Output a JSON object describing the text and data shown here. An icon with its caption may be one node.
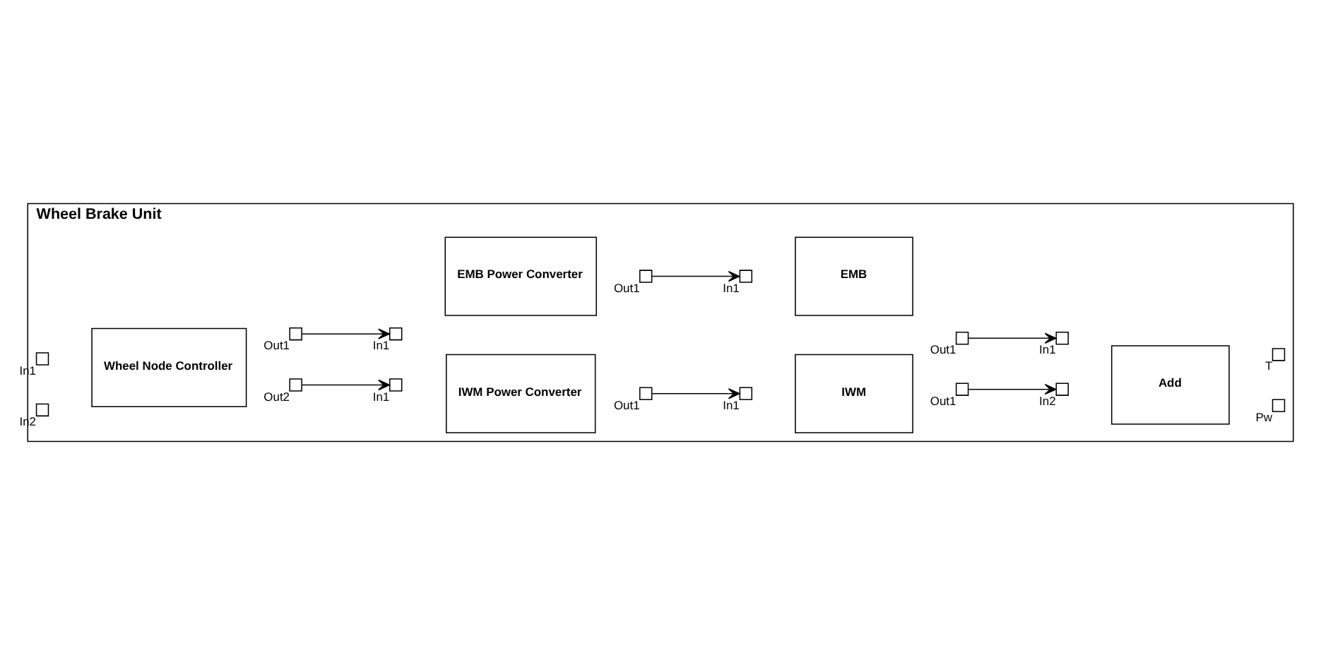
{
  "diagram": {
    "nodes": [
      {
        "text": [
          "Wheel Brake Unit"
        ]
      },
      {
        "text": [
          "Wheel Node Controller"
        ],
        "in": 0
      },
      {
        "text": [],
        "shape": "box",
        "beside": [
          "In1"
        ],
        "in": 0
      },
      {
        "text": [],
        "shape": "box",
        "beside": [
          "In2"
        ],
        "in": 0
      },
      {
        "text": [],
        "shape": "box",
        "beside": [
          "Out1"
        ],
        "in": 0
      },
      {
        "text": [],
        "shape": "box",
        "beside": [
          "Out2"
        ],
        "in": 0
      },
      {
        "text": [
          "EMB Power Converter"
        ],
        "in": 0
      },
      {
        "text": [],
        "shape": "box",
        "beside": [
          "In1"
        ],
        "in": 0
      },
      {
        "text": [],
        "shape": "box",
        "beside": [
          "Out1"
        ],
        "in": 0
      },
      {
        "text": [
          "EMB"
        ],
        "in": 0
      },
      {
        "text": [],
        "shape": "box",
        "beside": [
          "In1"
        ],
        "in": 0
      },
      {
        "text": [],
        "shape": "box",
        "beside": [
          "Out1"
        ],
        "in": 0
      },
      {
        "text": [
          "Add"
        ],
        "in": 0
      },
      {
        "text": [],
        "shape": "box",
        "beside": [
          "In1"
        ],
        "in": 0
      },
      {
        "text": [],
        "shape": "box",
        "beside": [
          "In2"
        ],
        "in": 0
      },
      {
        "text": [],
        "shape": "box",
        "beside": [
          "T"
        ],
        "in": 0
      },
      {
        "text": [],
        "shape": "box",
        "beside": [
          "Pw"
        ],
        "in": 0
      },
      {
        "text": [
          "IWM Power Converter"
        ],
        "in": 0
      },
      {
        "text": [],
        "shape": "box",
        "beside": [
          "In1"
        ],
        "in": 0
      },
      {
        "text": [],
        "shape": "box",
        "beside": [
          "Out1"
        ],
        "in": 0
      },
      {
        "text": [
          "IWM"
        ],
        "in": 0
      },
      {
        "text": [],
        "shape": "box",
        "beside": [
          "In1"
        ],
        "in": 0
      },
      {
        "text": [],
        "shape": "box",
        "beside": [
          "Out1"
        ],
        "in": 0
      }
    ],
    "edges": [
      {
        "from": 4,
        "to": 7,
        "arrow": "to"
      },
      {
        "from": 8,
        "to": 10,
        "arrow": "to"
      },
      {
        "from": 11,
        "to": 13,
        "arrow": "to"
      },
      {
        "from": 5,
        "to": 18,
        "arrow": "to"
      },
      {
        "from": 19,
        "to": 21,
        "arrow": "to"
      },
      {
        "from": 22,
        "to": 14,
        "arrow": "to"
      }
    ]
  }
}
